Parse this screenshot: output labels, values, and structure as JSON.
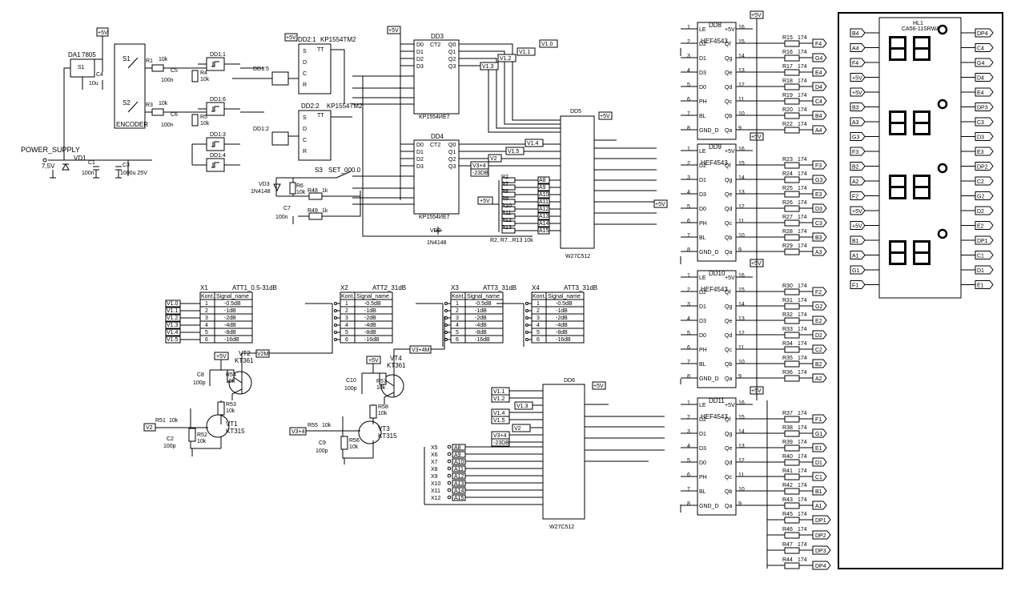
{
  "power": {
    "label": "POWER_SUPPLY",
    "vin": "7,5V",
    "plus5": "+5V"
  },
  "regulator": {
    "name": "DA1",
    "part": "7805",
    "pin": "S1"
  },
  "encoder": {
    "label": "ENCODER",
    "s1": "S1",
    "s2": "S2"
  },
  "passives": {
    "R1": "R1",
    "R1v": "10k",
    "R3": "R3",
    "R3v": "10k",
    "R4": "R4",
    "R4v": "10k",
    "R5": "R5",
    "R5v": "10k",
    "C1": "C1",
    "C1v": "100n",
    "C3": "C3",
    "C3v": "1000u 25V",
    "C4": "C4",
    "C4v": "10u",
    "C5": "C5",
    "C5v": "100n",
    "C6": "C6",
    "C6v": "100n",
    "VD1": "VD1",
    "R6": "R6",
    "R6v": "10k",
    "R48": "R48",
    "R48v": "1k",
    "R49": "R49",
    "R49v": "1k",
    "C7": "C7",
    "C7v": "100n",
    "VD3": "VD3",
    "VD3v": "1N4148",
    "VD2": "VD2",
    "VD2v": "1N4148",
    "S3": "S3",
    "S3v": "SET_000.0"
  },
  "gates": [
    "DD1:1",
    "DD1:6",
    "DD1:5",
    "DD1:2",
    "DD1:3",
    "DD1:4"
  ],
  "triggers": {
    "dd21": "DD2:1",
    "dd22": "DD2:2",
    "part": "KP1554TM2"
  },
  "counters": {
    "dd3": "DD3",
    "dd4": "DD4",
    "part": "KP1554ИE7",
    "ct": "CT2"
  },
  "eprom": {
    "dd5": "DD5",
    "dd6": "DD6",
    "part": "W27C512"
  },
  "resnet": {
    "label": "R2, R7...R13 10k",
    "names": [
      "R2",
      "R7",
      "R8",
      "R9",
      "R10",
      "R11",
      "R12",
      "R13"
    ],
    "addr": [
      "A8",
      "A9",
      "A10",
      "A11",
      "A12",
      "A13",
      "A14",
      "A15"
    ]
  },
  "nets": [
    "V1.0",
    "V1.1",
    "V1.2",
    "V1.3",
    "V1.4",
    "V1.5",
    "V2",
    "V3+4",
    "-23DB",
    "V2M",
    "V3+4M"
  ],
  "decoders": {
    "part": "HEF4543",
    "names": [
      "DD8",
      "DD9",
      "DD10",
      "DD11"
    ],
    "pins_left": [
      "LE",
      "D2",
      "D1",
      "D3",
      "D0",
      "PH",
      "BL",
      "GND_D"
    ],
    "pins_right": [
      "+5V",
      "Qf",
      "Qg",
      "Qe",
      "Qd",
      "Qc",
      "Qb",
      "Qa"
    ],
    "pin_nums_left": [
      "1",
      "2",
      "3",
      "4",
      "5",
      "6",
      "7",
      "8"
    ],
    "pin_nums_right": [
      "16",
      "15",
      "14",
      "13",
      "12",
      "11",
      "10",
      "9"
    ]
  },
  "res174": {
    "value": "174",
    "groups": [
      [
        "R15",
        "R16",
        "R17",
        "R18",
        "R19",
        "R20",
        "R22"
      ],
      [
        "R23",
        "R24",
        "R25",
        "R26",
        "R27",
        "R28",
        "R29"
      ],
      [
        "R30",
        "R31",
        "R32",
        "R33",
        "R34",
        "R35",
        "R36"
      ],
      [
        "R37",
        "R38",
        "R39",
        "R40",
        "R41",
        "R42",
        "R43"
      ]
    ],
    "nets": [
      [
        "F4",
        "G4",
        "E4",
        "D4",
        "C4",
        "B4",
        "A4"
      ],
      [
        "F3",
        "G3",
        "E3",
        "D3",
        "C3",
        "B3",
        "A3"
      ],
      [
        "F2",
        "G2",
        "E2",
        "D2",
        "C2",
        "B2",
        "A2"
      ],
      [
        "F1",
        "G1",
        "E1",
        "D1",
        "C1",
        "B1",
        "A1"
      ]
    ],
    "dp_rows": [
      [
        "R45",
        "DP1"
      ],
      [
        "R46",
        "DP2"
      ],
      [
        "R47",
        "DP3"
      ],
      [
        "R44",
        "DP4"
      ]
    ]
  },
  "display": {
    "name": "HL1",
    "part": "CA56-11SRWA",
    "left_nets": [
      "B4",
      "A4",
      "F4",
      "+5V",
      "+5V",
      "B3",
      "A3",
      "G3",
      "F3",
      "B2",
      "A2",
      "F2",
      "+5V",
      "+5V",
      "B1",
      "A1",
      "G1",
      "F1"
    ],
    "right_nets": [
      "DP4",
      "C4",
      "G4",
      "D4",
      "E4",
      "DP3",
      "C3",
      "D3",
      "E3",
      "DP2",
      "C2",
      "G2",
      "D2",
      "E2",
      "DP1",
      "C1",
      "D1",
      "E1"
    ]
  },
  "att_tables": [
    {
      "conn": "X1",
      "title": "ATT1_0.5-31dB",
      "rows": [
        [
          "1",
          "-0.5dB"
        ],
        [
          "2",
          "-1dB"
        ],
        [
          "3",
          "-2dB"
        ],
        [
          "4",
          "-4dB"
        ],
        [
          "5",
          "-8dB"
        ],
        [
          "6",
          "-16dB"
        ]
      ],
      "nets": [
        "V1.0",
        "V1.1",
        "V1.2",
        "V1.3",
        "V1.4",
        "V1.5"
      ]
    },
    {
      "conn": "X2",
      "title": "ATT2_31dB",
      "rows": [
        [
          "1",
          "-0.5dB"
        ],
        [
          "2",
          "-1dB"
        ],
        [
          "3",
          "-2dB"
        ],
        [
          "4",
          "-4dB"
        ],
        [
          "5",
          "-8dB"
        ],
        [
          "6",
          "-16dB"
        ]
      ]
    },
    {
      "conn": "X3",
      "title": "ATT3_31dB",
      "rows": [
        [
          "1",
          "-0.5dB"
        ],
        [
          "2",
          "-1dB"
        ],
        [
          "3",
          "-2dB"
        ],
        [
          "4",
          "-4dB"
        ],
        [
          "5",
          "-8dB"
        ],
        [
          "6",
          "-16dB"
        ]
      ]
    },
    {
      "conn": "X4",
      "title": "ATT3_31dB",
      "rows": [
        [
          "1",
          "-0.5dB"
        ],
        [
          "2",
          "-1dB"
        ],
        [
          "3",
          "-2dB"
        ],
        [
          "4",
          "-4dB"
        ],
        [
          "5",
          "-8dB"
        ],
        [
          "6",
          "-16dB"
        ]
      ]
    }
  ],
  "table_headers": [
    "Kont.",
    "Signal_name"
  ],
  "transistors": {
    "VT1": "VT1",
    "VT1p": "KT315",
    "VT2": "VT2",
    "VT2p": "KT361",
    "VT3": "VT3",
    "VT3p": "KT315",
    "VT4": "VT4",
    "VT4p": "KT361",
    "R51": "R51",
    "R51v": "10k",
    "R52": "R52",
    "R52v": "10k",
    "R53": "R53",
    "R53v": "10k",
    "R54": "R54",
    "R54v": "10k",
    "R55": "R55",
    "R55v": "10k",
    "R56": "R56",
    "R56v": "10k",
    "R57": "R57",
    "R57v": "10k",
    "R58": "R58",
    "R58v": "10k",
    "C2": "C2",
    "C2v": "100p",
    "C8": "C8",
    "C8v": "100p",
    "C9": "C9",
    "C9v": "100p",
    "C10": "C10",
    "C10v": "100p"
  },
  "dd6_inputs": [
    "V1.1",
    "V1.2",
    "V1.3",
    "V1.4",
    "V1.5",
    "V2",
    "V3+4",
    "-23DB"
  ],
  "x_jumpers": [
    "X5",
    "X6",
    "X7",
    "X8",
    "X9",
    "X10",
    "X11",
    "X12"
  ]
}
